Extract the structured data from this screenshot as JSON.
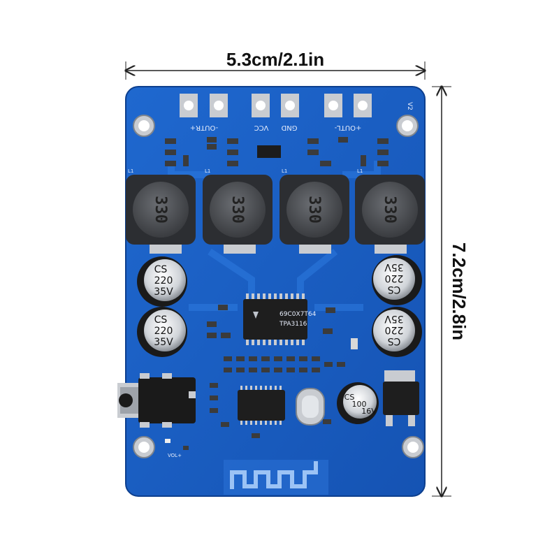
{
  "dimensions": {
    "width_label": "5.3cm/2.1in",
    "height_label": "7.2cm/2.8in"
  },
  "board": {
    "pcb_color": "#1a5fc2",
    "pcb_dark": "#0f4aa5",
    "version": "V2",
    "terminals": {
      "out_right": "-OUTR+",
      "vcc": "VCC",
      "gnd": "GND",
      "out_left": "+OUTL-"
    },
    "inductor_marking": "330",
    "inductor_labels": [
      "L1",
      "L1",
      "L1",
      "L1"
    ],
    "capacitors": [
      {
        "brand": "CS",
        "value": "220",
        "voltage": "35V"
      },
      {
        "brand": "CS",
        "value": "220",
        "voltage": "35V"
      },
      {
        "brand": "CS",
        "value": "220",
        "voltage": "35V"
      },
      {
        "brand": "CS",
        "value": "220",
        "voltage": "35V"
      }
    ],
    "small_capacitor": {
      "brand": "CS",
      "value": "100",
      "voltage": "16V"
    },
    "main_chip": {
      "line1": "69C0X7T64",
      "line2": "TPA3116"
    },
    "vol_label": "VOL+",
    "icons": [
      "audio-jack-icon",
      "crystal-icon",
      "antenna-icon"
    ]
  }
}
